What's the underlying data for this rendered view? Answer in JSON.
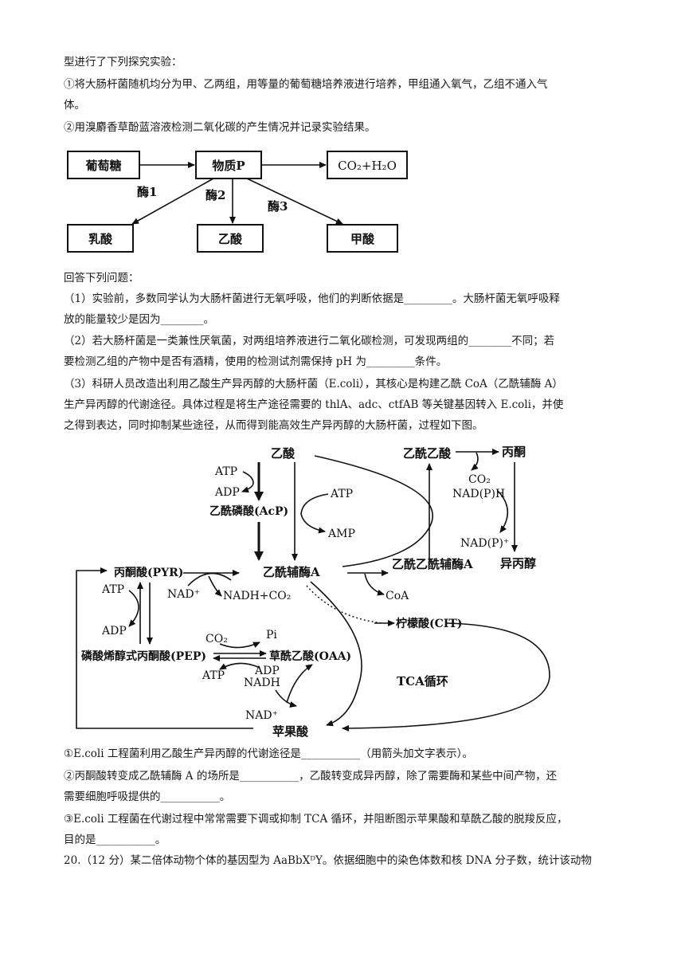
{
  "intro": {
    "line0": "型进行了下列探究实验：",
    "line1": "①将大肠杆菌随机均分为甲、乙两组，用等量的葡萄糖培养液进行培养，甲组通入氧气，乙组不通入气",
    "line1b": "体。",
    "line2": "②用溴麝香草酚蓝溶液检测二氧化碳的产生情况并记录实验结果。"
  },
  "diagram1": {
    "glucose": "葡萄糖",
    "substanceP": "物质P",
    "co2_h2o": "CO₂+H₂O",
    "enzyme1": "酶1",
    "enzyme2": "酶2",
    "enzyme3": "酶3",
    "lactic": "乳酸",
    "acetic": "乙酸",
    "formic": "甲酸"
  },
  "questions": {
    "lead": "回答下列问题：",
    "q1a": "（1）实验前，多数同学认为大肠杆菌进行无氧呼吸，他们的判断依据是_________。大肠杆菌无氧呼吸释",
    "q1b": "放的能量较少是因为________。",
    "q2a": "（2）若大肠杆菌是一类兼性厌氧菌，对两组培养液进行二氧化碳检测，可发现两组的________不同；若",
    "q2b": "要检测乙组的产物中是否有酒精，使用的检测试剂需保持 pH 为_________条件。",
    "q3a": "（3）科研人员改造出利用乙酸生产异丙醇的大肠杆菌（E.coli），其核心是构建乙酰 CoA（乙酰辅酶 A）",
    "q3b": "生产异丙醇的代谢途径。具体过程是将生产途径需要的 thlA、adc、ctfAB 等关键基因转入 E.coli，并使",
    "q3c": "之得到表达，同时抑制某些途径，从而得到能高效生产异丙醇的大肠杆菌，过程如下图。"
  },
  "diagram2": {
    "acetic": "乙酸",
    "atp1": "ATP",
    "adp1": "ADP",
    "acp": "乙酰磷酸(AcP)",
    "atp2": "ATP",
    "amp": "AMP",
    "acetoacetate": "乙酰乙酸",
    "acetone": "丙酮",
    "co2a": "CO₂",
    "nadph": "NAD(P)H",
    "nadp": "NAD(P)⁺",
    "isopropanol": "异丙醇",
    "pyr": "丙酮酸(PYR)",
    "nadplus1": "NAD⁺",
    "nadh_co2": "NADH+CO₂",
    "acetylcoa": "乙酰辅酶A",
    "acetoacetylcoa": "乙酰乙酰辅酶A",
    "coa": "CoA",
    "atp3": "ATP",
    "adp3": "ADP",
    "cit": "柠檬酸(CIT)",
    "pep": "磷酸烯醇式丙酮酸(PEP)",
    "co2b": "CO₂",
    "pi": "Pi",
    "oaa": "草酰乙酸(OAA)",
    "atp4": "ATP",
    "adp4": "ADP",
    "nadh2": "NADH",
    "nadplus2": "NAD⁺",
    "tca": "TCA循环",
    "malate": "苹果酸"
  },
  "subq": {
    "s1": "①E.coli 工程菌利用乙酸生产异丙醇的代谢途径是___________（用箭头加文字表示）。",
    "s2a": "②丙酮酸转变成乙酰辅酶 A 的场所是___________，乙酸转变成异丙醇，除了需要酶和某些中间产物，还",
    "s2b": "需要细胞呼吸提供的___________。",
    "s3a": "③E.coli 工程菌在代谢过程中常常需要下调或抑制 TCA 循环，并阻断图示苹果酸和草酰乙酸的脱羧反应，",
    "s3b": "目的是___________。",
    "q20": "20.（12 分）某二倍体动物个体的基因型为 AaBbXᴰY。依据细胞中的染色体数和核 DNA 分子数，统计该动物"
  }
}
